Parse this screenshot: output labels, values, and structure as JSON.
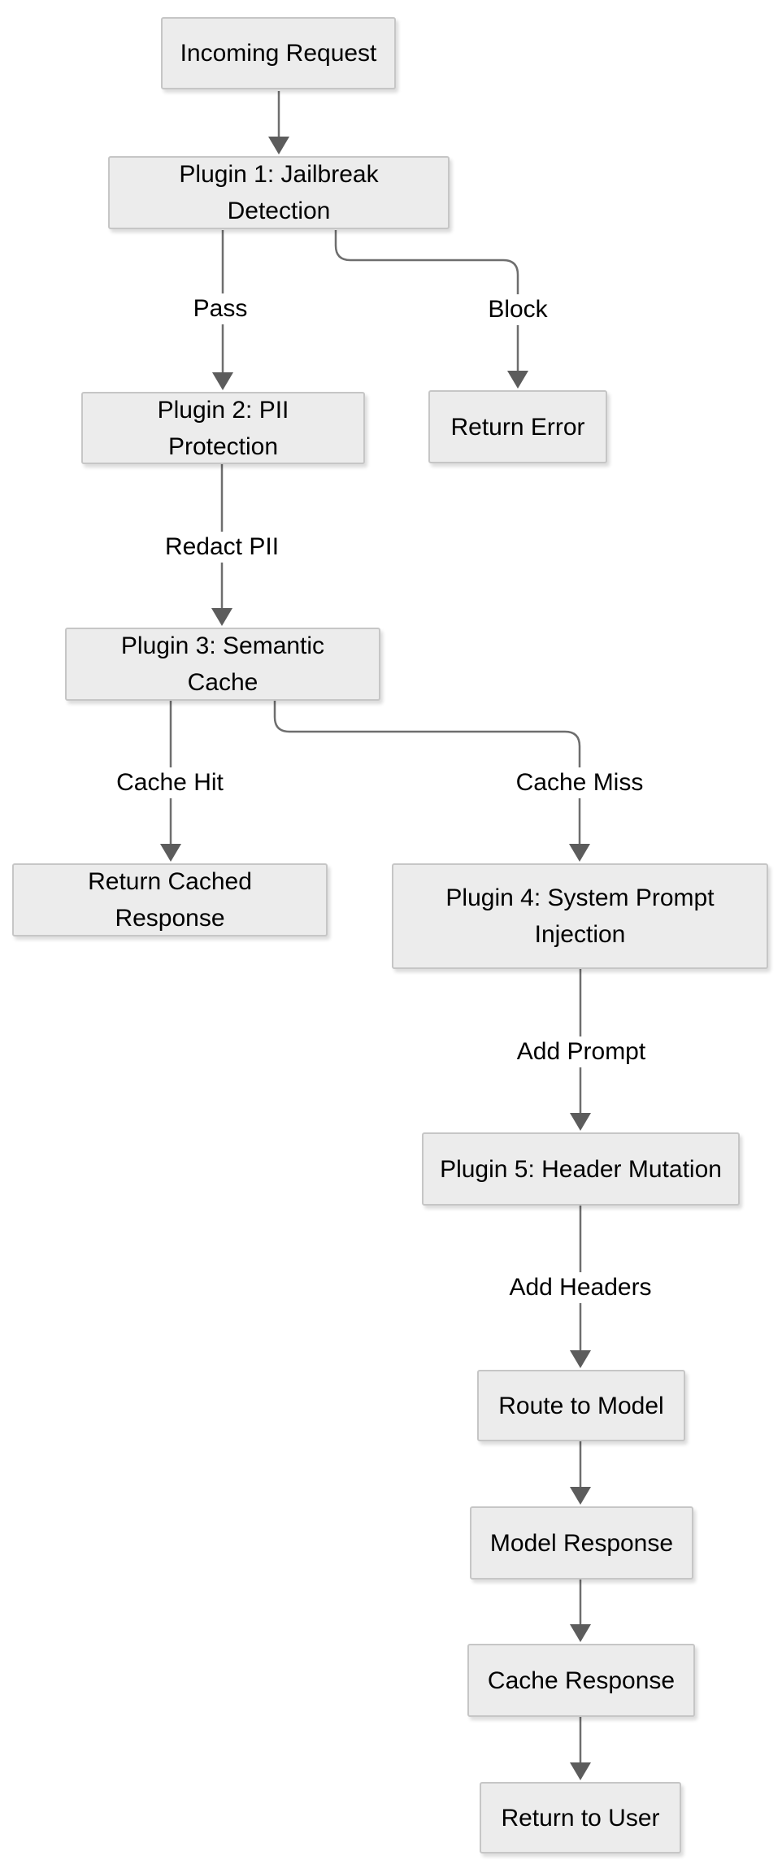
{
  "diagram": {
    "type": "flowchart",
    "direction": "top-down",
    "colors": {
      "background": "#ffffff",
      "node_fill": "#ececec",
      "node_border": "#c6c6c6",
      "edge_color": "#6e6e6e",
      "arrow_color": "#5c5c5c",
      "text_color": "#000000"
    },
    "nodes": {
      "incoming_request": {
        "label": "Incoming Request"
      },
      "plugin1": {
        "label": "Plugin 1: Jailbreak Detection"
      },
      "plugin2": {
        "label": "Plugin 2: PII Protection"
      },
      "return_error": {
        "label": "Return Error"
      },
      "plugin3": {
        "label": "Plugin 3: Semantic Cache"
      },
      "return_cached_response": {
        "label": "Return Cached Response"
      },
      "plugin4": {
        "label": "Plugin 4: System Prompt Injection"
      },
      "plugin5": {
        "label": "Plugin 5: Header Mutation"
      },
      "route_to_model": {
        "label": "Route to Model"
      },
      "model_response": {
        "label": "Model Response"
      },
      "cache_response": {
        "label": "Cache Response"
      },
      "return_to_user": {
        "label": "Return to User"
      }
    },
    "edge_labels": {
      "pass": "Pass",
      "block": "Block",
      "redact_pii": "Redact PII",
      "cache_hit": "Cache Hit",
      "cache_miss": "Cache Miss",
      "add_prompt": "Add Prompt",
      "add_headers": "Add Headers"
    },
    "edges": [
      {
        "from": "incoming_request",
        "to": "plugin1",
        "label": ""
      },
      {
        "from": "plugin1",
        "to": "plugin2",
        "label": "Pass"
      },
      {
        "from": "plugin1",
        "to": "return_error",
        "label": "Block"
      },
      {
        "from": "plugin2",
        "to": "plugin3",
        "label": "Redact PII"
      },
      {
        "from": "plugin3",
        "to": "return_cached_response",
        "label": "Cache Hit"
      },
      {
        "from": "plugin3",
        "to": "plugin4",
        "label": "Cache Miss"
      },
      {
        "from": "plugin4",
        "to": "plugin5",
        "label": "Add Prompt"
      },
      {
        "from": "plugin5",
        "to": "route_to_model",
        "label": "Add Headers"
      },
      {
        "from": "route_to_model",
        "to": "model_response",
        "label": ""
      },
      {
        "from": "model_response",
        "to": "cache_response",
        "label": ""
      },
      {
        "from": "cache_response",
        "to": "return_to_user",
        "label": ""
      }
    ]
  }
}
